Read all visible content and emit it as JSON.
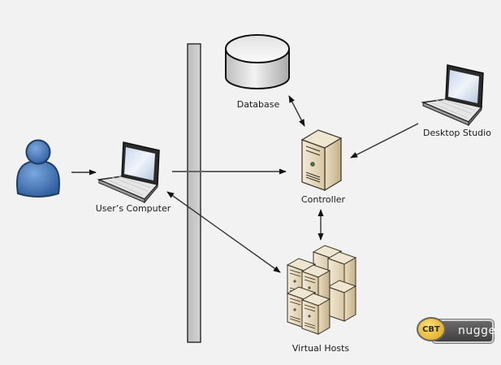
{
  "diagram": {
    "title": "",
    "nodes": [
      {
        "id": "user",
        "label": "",
        "icon": "person-icon"
      },
      {
        "id": "users-computer",
        "label": "User’s Computer",
        "icon": "laptop-icon"
      },
      {
        "id": "database",
        "label": "Database",
        "icon": "database-icon"
      },
      {
        "id": "controller",
        "label": "Controller",
        "icon": "server-tower-icon"
      },
      {
        "id": "desktop-studio",
        "label": "Desktop Studio",
        "icon": "laptop-icon"
      },
      {
        "id": "virtual-hosts",
        "label": "Virtual Hosts",
        "icon": "server-cluster-icon"
      },
      {
        "id": "firewall",
        "label": "",
        "icon": "firewall-bar"
      }
    ],
    "edges": [
      {
        "from": "user",
        "to": "users-computer",
        "direction": "one-way"
      },
      {
        "from": "users-computer",
        "to": "controller",
        "direction": "one-way",
        "crosses": "firewall"
      },
      {
        "from": "database",
        "to": "controller",
        "direction": "two-way"
      },
      {
        "from": "desktop-studio",
        "to": "controller",
        "direction": "one-way"
      },
      {
        "from": "controller",
        "to": "virtual-hosts",
        "direction": "two-way"
      },
      {
        "from": "users-computer",
        "to": "virtual-hosts",
        "direction": "two-way",
        "crosses": "firewall"
      }
    ]
  },
  "logo": {
    "badge_text": "CBT",
    "word_text": "nuggets"
  },
  "colors": {
    "background": "#f2f2f2",
    "person_blue": "#3d6fae",
    "server_beige": "#d9ccb0",
    "firewall_gray": "#c8c8c8",
    "logo_gold": "#e6b42a"
  }
}
